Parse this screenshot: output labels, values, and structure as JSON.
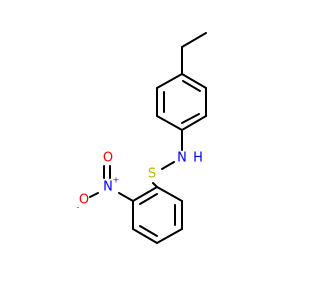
{
  "molecule": {
    "atoms": {
      "sulfur": {
        "symbol": "S",
        "color": "#b8b800"
      },
      "amine_nitrogen": {
        "symbol": "N",
        "color": "#0000ff"
      },
      "amine_hydrogen": {
        "symbol": "H",
        "color": "#0000ff"
      },
      "nitro_nitrogen": {
        "symbol": "N",
        "charge": "+",
        "color": "#0000ff"
      },
      "oxygen_double": {
        "symbol": "O",
        "color": "#ff0000"
      },
      "oxygen_single": {
        "symbol": "O",
        "charge": "-",
        "color": "#ff0000"
      }
    },
    "bond_color": "#000000"
  }
}
